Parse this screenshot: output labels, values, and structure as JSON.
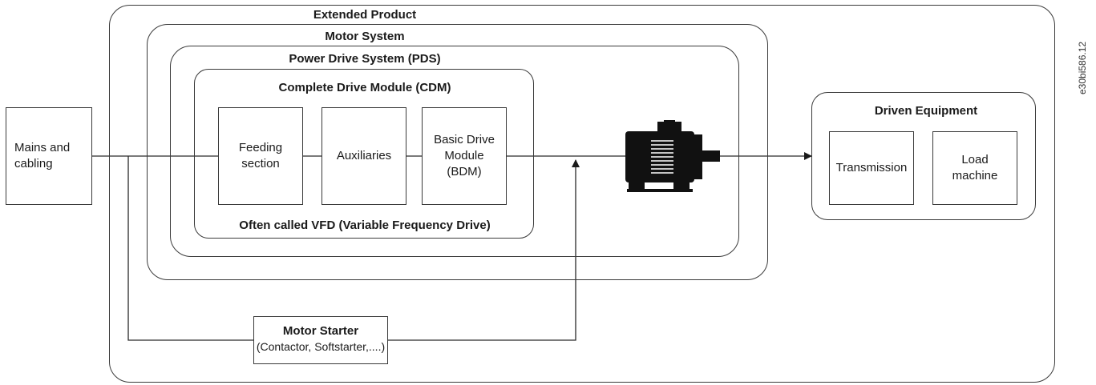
{
  "figure_code": "e30bi586.12",
  "extended_product": {
    "title": "Extended Product"
  },
  "motor_system": {
    "title": "Motor System"
  },
  "pds": {
    "title": "Power Drive System (PDS)"
  },
  "cdm": {
    "title": "Complete Drive Module (CDM)",
    "footer": "Often called VFD (Variable Frequency Drive)",
    "blocks": [
      {
        "id": "feeding",
        "text": "Feeding section"
      },
      {
        "id": "auxiliaries",
        "text": "Auxiliaries"
      },
      {
        "id": "bdm",
        "text": "Basic Drive Module (BDM)"
      }
    ]
  },
  "mains": {
    "text": "Mains and cabling"
  },
  "driven_equipment": {
    "title": "Driven Equipment",
    "blocks": [
      {
        "id": "transmission",
        "text": "Transmission"
      },
      {
        "id": "load",
        "text": "Load machine"
      }
    ]
  },
  "motor_starter": {
    "title": "Motor Starter",
    "subtitle": "(Contactor, Softstarter,....)"
  },
  "motor_icon": "electric-motor-icon"
}
